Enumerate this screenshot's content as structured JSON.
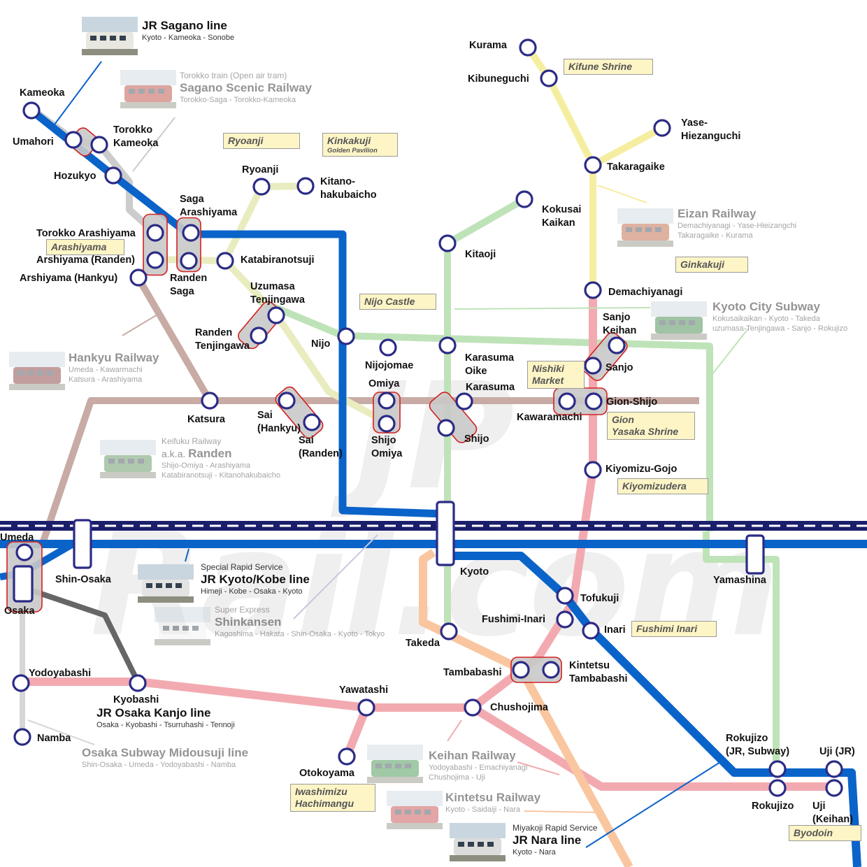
{
  "watermark": "JP Rail.com",
  "colors": {
    "jr_blue": "#0a63c9",
    "jr_dark": "#1b1e6b",
    "subway_green": "#bfe3b8",
    "eizan_yellow": "#f5eea0",
    "hankyu_brown": "#c8aba5",
    "randen_yellow": "#e9ecbf",
    "keihan_pink": "#f2aab0",
    "kintetsu_orange": "#f9c6a0",
    "torokko_gray": "#cccccc",
    "kanjo_gray": "#666666",
    "midosuji_gray": "#d6d6d6",
    "station_ring": "#2b2b86",
    "transfer_red": "#d42020"
  },
  "stations": [
    {
      "id": "kameoka",
      "label": "Kameoka"
    },
    {
      "id": "umahori",
      "label": "Umahori"
    },
    {
      "id": "torokko_kameoka",
      "label": "Torokko\nKameoka"
    },
    {
      "id": "hozukyo",
      "label": "Hozukyo"
    },
    {
      "id": "saga_arashiyama",
      "label": "Saga\nArashiyama"
    },
    {
      "id": "torokko_arashiyama",
      "label": "Torokko Arashiyama"
    },
    {
      "id": "arashiyama_randen",
      "label": "Arshiyama (Randen)"
    },
    {
      "id": "arashiyama_hankyu",
      "label": "Arshiyama (Hankyu)"
    },
    {
      "id": "randen_saga",
      "label": "Randen\nSaga"
    },
    {
      "id": "katabiranotsuji",
      "label": "Katabiranotsuji"
    },
    {
      "id": "ryoanji",
      "label": "Ryoanji"
    },
    {
      "id": "kitano_hakubaicho",
      "label": "Kitano-\nhakubaicho"
    },
    {
      "id": "uzumasa",
      "label": "Uzumasa\nTenjingawa"
    },
    {
      "id": "randen_tenjingawa",
      "label": "Randen\nTenjingawa"
    },
    {
      "id": "nijo",
      "label": "Nijo"
    },
    {
      "id": "nijojomae",
      "label": "Nijojomae"
    },
    {
      "id": "karasuma_oike",
      "label": "Karasuma\nOike"
    },
    {
      "id": "omiya",
      "label": "Omiya"
    },
    {
      "id": "shijo_omiya",
      "label": "Shijo\nOmiya"
    },
    {
      "id": "katsura",
      "label": "Katsura"
    },
    {
      "id": "sai_hankyu",
      "label": "Sai\n(Hankyu)"
    },
    {
      "id": "sai_randen",
      "label": "Sai\n(Randen)"
    },
    {
      "id": "karasuma",
      "label": "Karasuma"
    },
    {
      "id": "shijo",
      "label": "Shijo"
    },
    {
      "id": "kawaramachi",
      "label": "Kawaramachi"
    },
    {
      "id": "gion_shijo",
      "label": "Gion-Shijo"
    },
    {
      "id": "sanjo_keihan",
      "label": "Sanjo\nKeihan"
    },
    {
      "id": "sanjo",
      "label": "Sanjo"
    },
    {
      "id": "demachiyanagi",
      "label": "Demachiyanagi"
    },
    {
      "id": "takaragaike",
      "label": "Takaragaike"
    },
    {
      "id": "yase",
      "label": "Yase-\nHiezanguchi"
    },
    {
      "id": "kurama",
      "label": "Kurama"
    },
    {
      "id": "kibuneguchi",
      "label": "Kibuneguchi"
    },
    {
      "id": "kokusai_kaikan",
      "label": "Kokusai\nKaikan"
    },
    {
      "id": "kitaoji",
      "label": "Kitaoji"
    },
    {
      "id": "kiyomizu_gojo",
      "label": "Kiyomizu-Gojo"
    },
    {
      "id": "kyoto",
      "label": "Kyoto"
    },
    {
      "id": "yamashina",
      "label": "Yamashina"
    },
    {
      "id": "tofukuji",
      "label": "Tofukuji"
    },
    {
      "id": "fushimi_inari",
      "label": "Fushimi-Inari"
    },
    {
      "id": "inari",
      "label": "Inari"
    },
    {
      "id": "takeda",
      "label": "Takeda"
    },
    {
      "id": "tambabashi",
      "label": "Tambabashi"
    },
    {
      "id": "kintetsu_tambabashi",
      "label": "Kintetsu\nTambabashi"
    },
    {
      "id": "chushojima",
      "label": "Chushojima"
    },
    {
      "id": "yawatashi",
      "label": "Yawatashi"
    },
    {
      "id": "otokoyama",
      "label": "Otokoyama"
    },
    {
      "id": "rokujizo_jr",
      "label": "Rokujizo\n(JR, Subway)"
    },
    {
      "id": "rokujizo",
      "label": "Rokujizo"
    },
    {
      "id": "uji_jr",
      "label": "Uji (JR)"
    },
    {
      "id": "uji_keihan",
      "label": "Uji\n(Keihan)"
    },
    {
      "id": "umeda",
      "label": "Umeda"
    },
    {
      "id": "osaka",
      "label": "Osaka"
    },
    {
      "id": "shin_osaka",
      "label": "Shin-Osaka"
    },
    {
      "id": "yodoyabashi",
      "label": "Yodoyabashi"
    },
    {
      "id": "kyobashi",
      "label": "Kyobashi"
    },
    {
      "id": "namba",
      "label": "Namba"
    }
  ],
  "sights": [
    {
      "id": "ryoanji_sight",
      "label": "Ryoanji",
      "sub": ""
    },
    {
      "id": "kinkakuji_sight",
      "label": "Kinkakuji",
      "sub": "Golden Pavilion"
    },
    {
      "id": "kifune_sight",
      "label": "Kifune Shrine",
      "sub": ""
    },
    {
      "id": "arashiyama_sight",
      "label": "Arashiyama",
      "sub": ""
    },
    {
      "id": "nijo_castle_sight",
      "label": "Nijo Castle",
      "sub": ""
    },
    {
      "id": "ginkakuji_sight",
      "label": "Ginkakuji",
      "sub": ""
    },
    {
      "id": "nishiki_sight",
      "label": "Nishiki\nMarket",
      "sub": ""
    },
    {
      "id": "gion_sight",
      "label": "Gion\nYasaka Shrine",
      "sub": ""
    },
    {
      "id": "kiyomizudera_sight",
      "label": "Kiyomizudera",
      "sub": ""
    },
    {
      "id": "fushimi_inari_sight",
      "label": "Fushimi Inari",
      "sub": ""
    },
    {
      "id": "iwashimizu_sight",
      "label": "Iwashimizu\nHachimangu",
      "sub": ""
    },
    {
      "id": "byodoin_sight",
      "label": "Byodoin",
      "sub": ""
    }
  ],
  "legends": [
    {
      "id": "sagano",
      "small": "",
      "big": "JR Sagano line",
      "route": "Kyoto - Kameoka - Sonobe",
      "faded": false
    },
    {
      "id": "torokko",
      "small": "Torokko train (Open air tram)",
      "big": "Sagano Scenic Railway",
      "route": "Torokko-Saga - Torokko-Kameoka",
      "faded": true
    },
    {
      "id": "eizan",
      "small": "",
      "big": "Eizan Railway",
      "route": "Demachiyanagi - Yase-Hieizangchi\nTakaragaike - Kurama",
      "faded": true
    },
    {
      "id": "subway",
      "small": "",
      "big": "Kyoto City Subway",
      "route": "Kokusaikaikan - Kyoto - Takeda\nuzumasa-Tenjingawa - Sanjo - Rokujizo",
      "faded": true
    },
    {
      "id": "hankyu",
      "small": "",
      "big": "Hankyu Railway",
      "route": "Umeda - Kawarmachi\nKatsura - Arashiyama",
      "faded": true
    },
    {
      "id": "randen",
      "small": "Keifuku Railway",
      "big": "Randen",
      "prefix": "a.k.a. ",
      "route": "Shijo-Omiya - Arashiyama\nKatabiranotsuji - Kitanohakubaicho",
      "faded": true
    },
    {
      "id": "jr_kyoto",
      "small": "Special Rapid Service",
      "big": "JR Kyoto/Kobe line",
      "route": "Himeji - Kobe - Osaka - Kyoto",
      "faded": false
    },
    {
      "id": "shinkansen",
      "small": "Super Express",
      "big": "Shinkansen",
      "route": "Kagoshima - Hakata - Shin-Osaka - Kyoto - Tokyo",
      "faded": true
    },
    {
      "id": "kanjo",
      "small": "",
      "big": "JR Osaka Kanjo line",
      "route": "Osaka - Kyobashi - Tsurruhashi - Tennoji",
      "faded": false
    },
    {
      "id": "midosuji",
      "small": "",
      "big": "Osaka Subway Midousuji line",
      "route": "Shin-Osaka - Umeda - Yodoyabashi - Namba",
      "faded": true
    },
    {
      "id": "keihan",
      "small": "",
      "big": "Keihan Railway",
      "route": "Yodoyabashi - Emachiyanagi\nChushojima - Uji",
      "faded": true
    },
    {
      "id": "kintetsu",
      "small": "",
      "big": "Kintetsu Railway",
      "route": "Kyoto - Saidaiji - Nara",
      "faded": true
    },
    {
      "id": "jr_nara",
      "small": "Miyakoji Rapid Service",
      "big": "JR Nara line",
      "route": "Kyoto - Nara",
      "faded": false
    }
  ]
}
